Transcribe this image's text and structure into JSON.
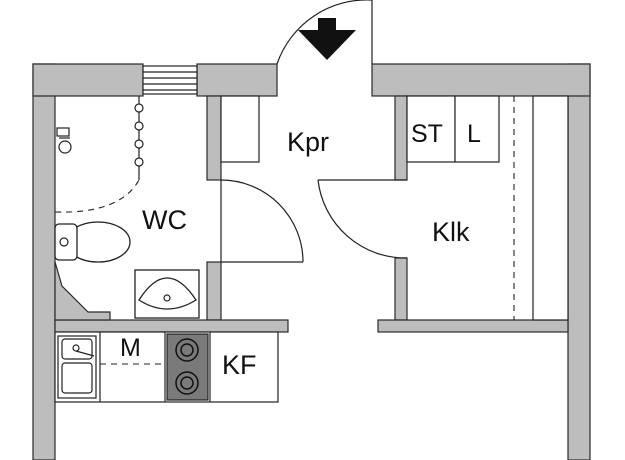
{
  "floorplan": {
    "rooms": {
      "kpr": "Kpr",
      "wc": "WC",
      "klk": "Klk",
      "kf": "KF"
    },
    "fixtures": {
      "st": "ST",
      "l": "L",
      "m": "M"
    },
    "entrance_icon": "arrow-down-icon",
    "colors": {
      "wall": "#bdbdbd",
      "line": "#222222",
      "stove": "#7a7a7a"
    }
  }
}
